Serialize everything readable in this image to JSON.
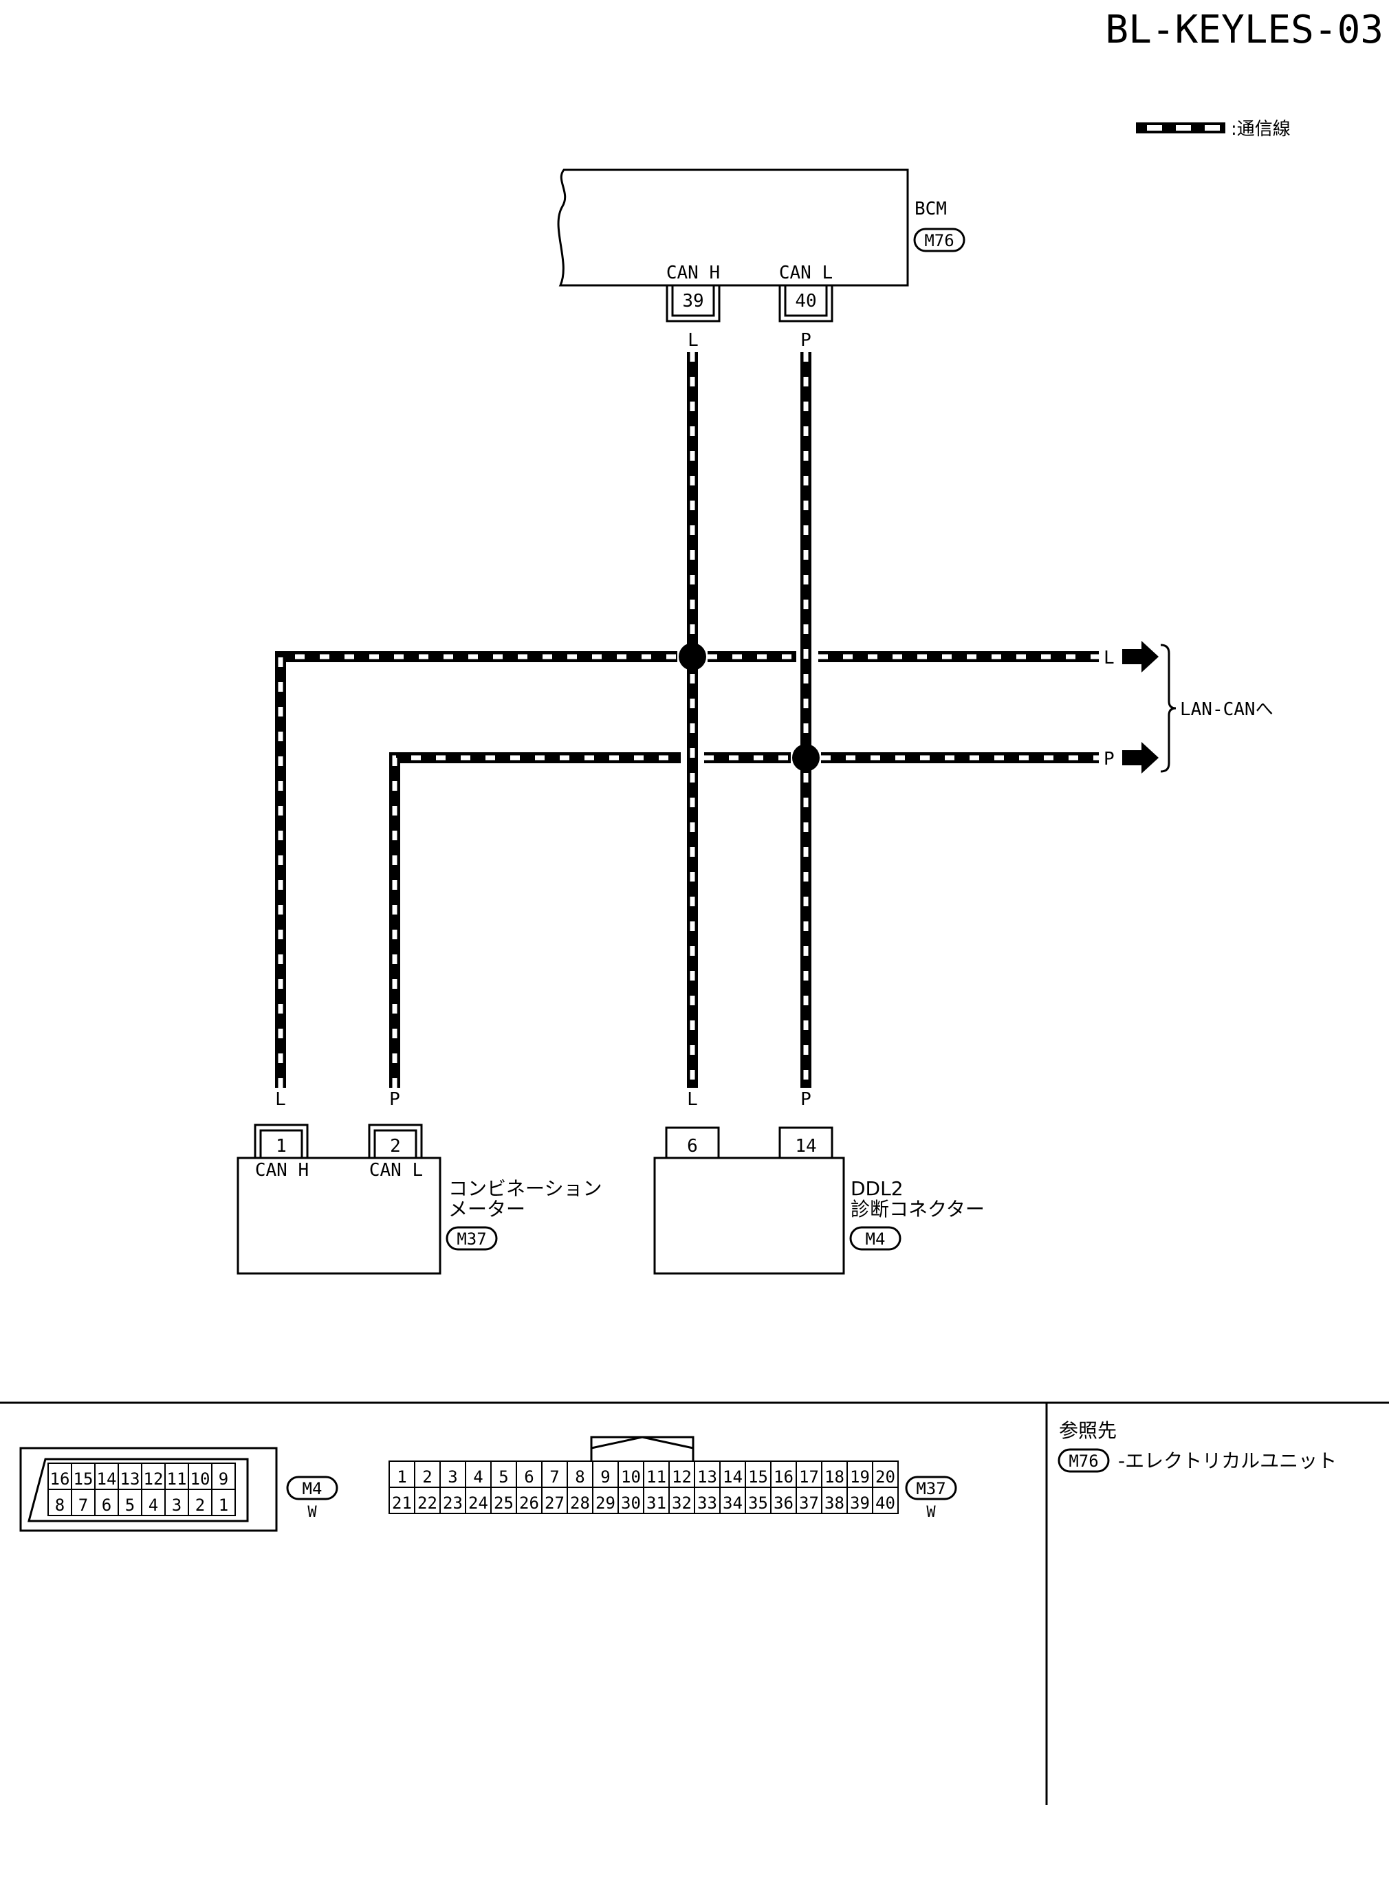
{
  "page": {
    "title": "BL-KEYLES-03"
  },
  "legend": {
    "label": ":通信線"
  },
  "bcm": {
    "name": "BCM",
    "connector": "M76",
    "pins": [
      {
        "no": "39",
        "label": "CAN H",
        "wire": "L"
      },
      {
        "no": "40",
        "label": "CAN L",
        "wire": "P"
      }
    ]
  },
  "lan_can": {
    "label": "LAN-CANへ",
    "wire_l": "L",
    "wire_p": "P"
  },
  "meter": {
    "name_line1": "コンビネーション",
    "name_line2": "メーター",
    "connector": "M37",
    "pins": [
      {
        "no": "1",
        "label": "CAN H",
        "wire": "L"
      },
      {
        "no": "2",
        "label": "CAN L",
        "wire": "P"
      }
    ]
  },
  "ddl2": {
    "name_line1": "DDL2",
    "name_line2": "診断コネクター",
    "connector": "M4",
    "pins": [
      {
        "no": "6",
        "wire": "L"
      },
      {
        "no": "14",
        "wire": "P"
      }
    ]
  },
  "connector_views": {
    "m4": {
      "id": "M4",
      "color": "W",
      "top_row": [
        "16",
        "15",
        "14",
        "13",
        "12",
        "11",
        "10",
        "9"
      ],
      "bottom_row": [
        "8",
        "7",
        "6",
        "5",
        "4",
        "3",
        "2",
        "1"
      ]
    },
    "m37": {
      "id": "M37",
      "color": "W",
      "top_row": [
        "1",
        "2",
        "3",
        "4",
        "5",
        "6",
        "7",
        "8",
        "9",
        "10",
        "11",
        "12",
        "13",
        "14",
        "15",
        "16",
        "17",
        "18",
        "19",
        "20"
      ],
      "bottom_row": [
        "21",
        "22",
        "23",
        "24",
        "25",
        "26",
        "27",
        "28",
        "29",
        "30",
        "31",
        "32",
        "33",
        "34",
        "35",
        "36",
        "37",
        "38",
        "39",
        "40"
      ]
    }
  },
  "reference": {
    "heading": "参照先",
    "connector": "M76",
    "text": "-エレクトリカルユニット"
  }
}
